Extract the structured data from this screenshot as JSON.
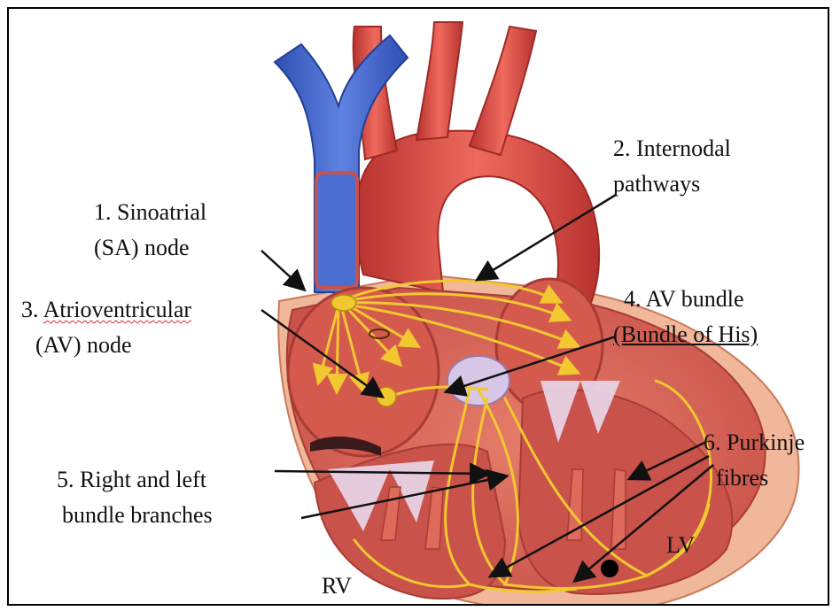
{
  "labels": {
    "sa_line1": "1. Sinoatrial",
    "sa_line2": "(SA) node",
    "internodal_line1": "2. Internodal",
    "internodal_line2": "pathways",
    "av_node_num": "3.",
    "av_node_word": "Atrioventricular",
    "av_node_line2": "(AV) node",
    "av_bundle_line1": "4. AV bundle",
    "av_bundle_line2": "(Bundle of His)",
    "branches_line1": "5. Right and left",
    "branches_line2": "bundle branches",
    "purkinje_line1": "6. Purkinje",
    "purkinje_line2": "fibres",
    "rv": "RV",
    "lv": "LV"
  },
  "colors": {
    "vein_blue": "#3b5fc4",
    "artery_red": "#d9433f",
    "muscle": "#e8866f",
    "pericardium": "#f1b79b",
    "conduction_yellow": "#f2c830",
    "valve_white": "#e9d8ec"
  }
}
